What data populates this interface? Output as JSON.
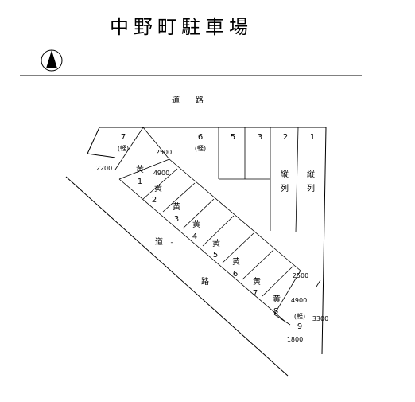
{
  "title": "中野町駐車場",
  "road_top": "道　　路",
  "road_diag_1": "道",
  "road_diag_2": "路",
  "top_slots": [
    {
      "id": "7",
      "label": "7",
      "sub": "(軽)"
    },
    {
      "id": "6",
      "label": "6",
      "sub": "(軽)"
    },
    {
      "id": "5",
      "label": "5",
      "sub": ""
    },
    {
      "id": "3",
      "label": "3",
      "sub": ""
    },
    {
      "id": "2",
      "label": "2",
      "sub": ""
    },
    {
      "id": "1",
      "label": "1",
      "sub": ""
    }
  ],
  "vertical_note": "縦\n列",
  "yellow_slots": [
    {
      "id": "黄1",
      "kanji": "黄",
      "num": "1"
    },
    {
      "id": "黄2",
      "kanji": "黄",
      "num": "2"
    },
    {
      "id": "黄3",
      "kanji": "黄",
      "num": "3"
    },
    {
      "id": "黄4",
      "kanji": "黄",
      "num": "4"
    },
    {
      "id": "黄5",
      "kanji": "黄",
      "num": "5"
    },
    {
      "id": "黄6",
      "kanji": "黄",
      "num": "6"
    },
    {
      "id": "黄7",
      "kanji": "黄",
      "num": "7"
    },
    {
      "id": "黄8",
      "kanji": "黄",
      "num": "8"
    }
  ],
  "slot_9": {
    "label": "(軽)",
    "num": "9"
  },
  "dimensions": {
    "d2200": "2200",
    "d2500_top": "2500",
    "d4900_top": "4900",
    "d2500_bottom": "2500",
    "d4900_bottom": "4900",
    "d3300": "3300",
    "d1800": "1800"
  },
  "north_icon": "north-arrow-icon"
}
